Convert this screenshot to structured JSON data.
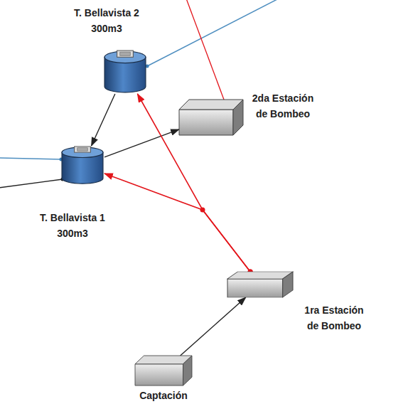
{
  "diagram": {
    "nodes": [
      {
        "text": [
          "T. Bellavista 2 300m3"
        ]
      },
      {
        "text": [
          "2da Estación de Bombeo"
        ]
      },
      {
        "text": [
          "T. Bellavista 1 300m3"
        ]
      },
      {
        "text": [
          "1ra Estación de Bombeo"
        ]
      },
      {
        "text": [
          "Captación"
        ]
      }
    ],
    "edges": [
      {
        "from": 0,
        "to": 2,
        "arrow": "to"
      },
      {
        "from": 2,
        "to": 1,
        "arrow": "to"
      },
      {
        "from": 3,
        "to": 0,
        "arrow": "to"
      },
      {
        "from": 3,
        "to": 2,
        "arrow": "to"
      },
      {
        "from": 4,
        "to": 3,
        "arrow": "to"
      }
    ]
  }
}
